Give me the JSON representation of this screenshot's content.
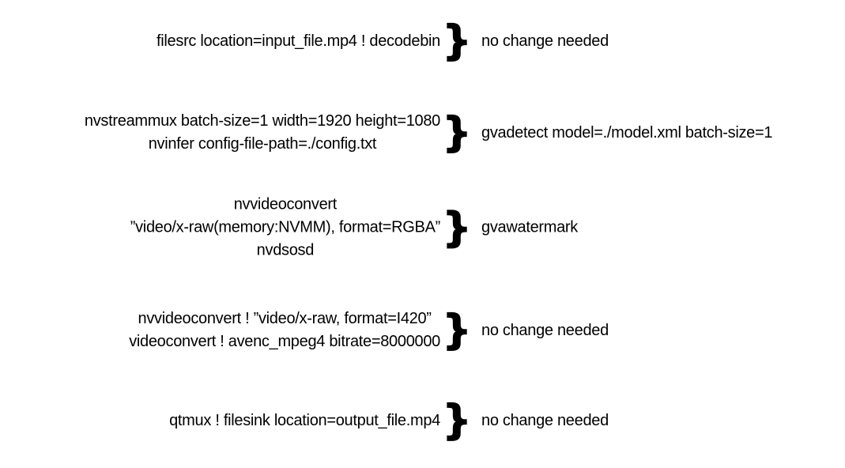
{
  "page": {
    "background": "#ffffff",
    "text_color": "#000000"
  },
  "brace_glyph": "}",
  "rows": [
    {
      "lines": [
        "filesrc location=input_file.mp4 ! decodebin"
      ],
      "result": "no change needed"
    },
    {
      "lines": [
        "nvstreammux batch-size=1 width=1920 height=1080",
        "nvinfer config-file-path=./config.txt"
      ],
      "result": "gvadetect model=./model.xml batch-size=1"
    },
    {
      "lines": [
        "nvvideoconvert",
        "”video/x-raw(memory:NVMM), format=RGBA”",
        "nvdsosd"
      ],
      "result": "gvawatermark"
    },
    {
      "lines": [
        "nvvideoconvert ! ”video/x-raw, format=I420”",
        "videoconvert ! avenc_mpeg4 bitrate=8000000"
      ],
      "result": "no change needed"
    },
    {
      "lines": [
        "qtmux ! filesink location=output_file.mp4"
      ],
      "result": "no change needed"
    }
  ]
}
